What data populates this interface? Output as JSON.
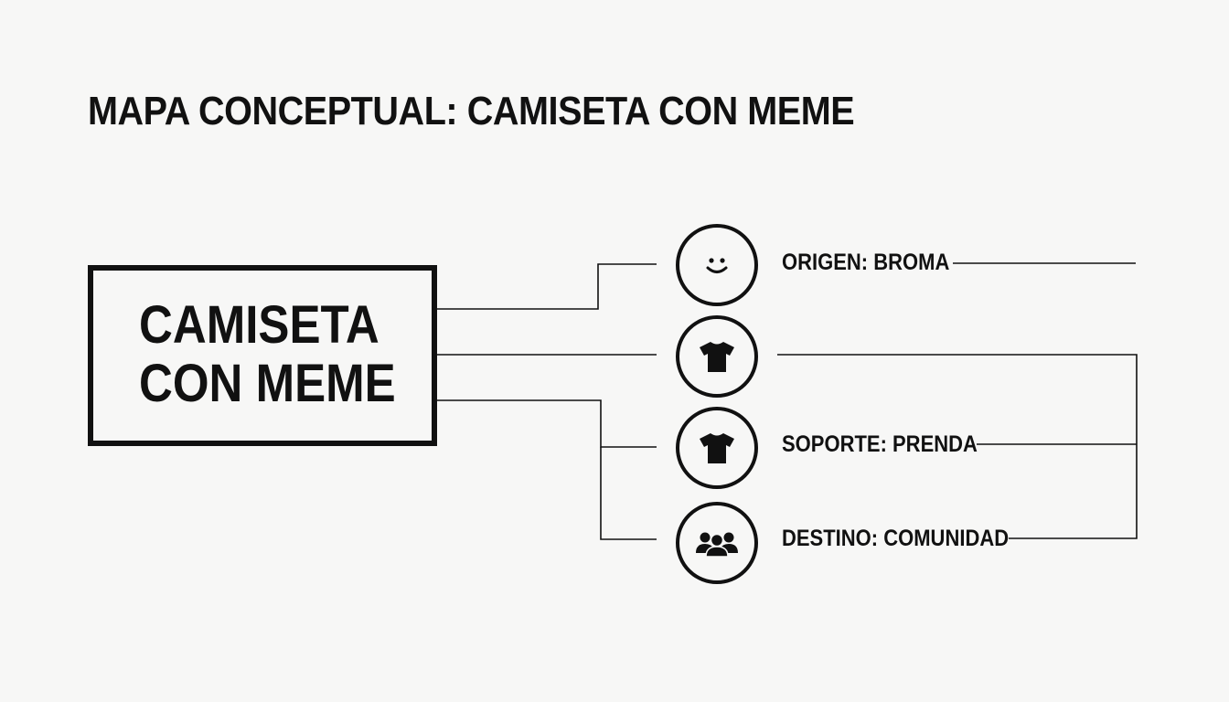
{
  "title": "MAPA CONCEPTUAL: CAMISETA CON MEME",
  "central_node": {
    "line1": "CAMISETA",
    "line2": "CON MEME"
  },
  "nodes": [
    {
      "icon": "smiley-face-icon",
      "label": "ORIGEN: BROMA"
    },
    {
      "icon": "t-shirt-icon",
      "label": ""
    },
    {
      "icon": "t-shirt-icon",
      "label": "SOPORTE: PRENDA"
    },
    {
      "icon": "group-people-icon",
      "label": "DESTINO: COMUNIDAD"
    }
  ],
  "colors": {
    "ink": "#111111",
    "background": "#f7f7f6"
  }
}
